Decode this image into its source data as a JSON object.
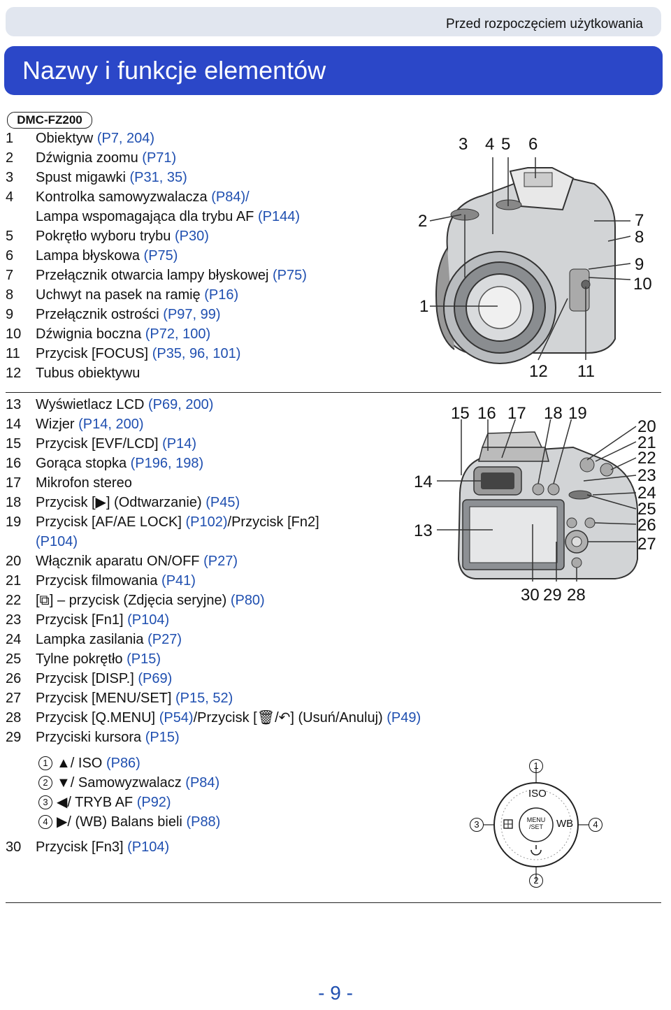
{
  "header": {
    "section_title": "Przed rozpoczęciem użytkowania",
    "page_title": "Nazwy i funkcje elementów",
    "model_badge": "DMC-FZ200"
  },
  "front_items": [
    {
      "num": "1",
      "text": "Obiektyw",
      "ref": "(P7, 204)"
    },
    {
      "num": "2",
      "text": "Dźwignia zoomu",
      "ref": "(P71)"
    },
    {
      "num": "3",
      "text": "Spust migawki",
      "ref": "(P31, 35)"
    },
    {
      "num": "4",
      "text": "Kontrolka samowyzwalacza",
      "ref": "(P84)/"
    },
    {
      "num": "",
      "text": "Lampa wspomagająca dla trybu AF",
      "ref": "(P144)"
    },
    {
      "num": "5",
      "text": "Pokrętło wyboru trybu",
      "ref": "(P30)"
    },
    {
      "num": "6",
      "text": "Lampa błyskowa",
      "ref": "(P75)"
    },
    {
      "num": "7",
      "text": "Przełącznik otwarcia lampy błyskowej",
      "ref": "(P75)"
    },
    {
      "num": "8",
      "text": "Uchwyt na pasek na ramię",
      "ref": "(P16)"
    },
    {
      "num": "9",
      "text": "Przełącznik ostrości",
      "ref": "(P97, 99)"
    },
    {
      "num": "10",
      "text": "Dźwignia boczna",
      "ref": "(P72, 100)"
    },
    {
      "num": "11",
      "text": "Przycisk [FOCUS]",
      "ref": "(P35, 96, 101)"
    },
    {
      "num": "12",
      "text": "Tubus obiektywu",
      "ref": ""
    }
  ],
  "back_items": [
    {
      "num": "13",
      "text": "Wyświetlacz LCD",
      "ref": "(P69, 200)"
    },
    {
      "num": "14",
      "text": "Wizjer",
      "ref": "(P14, 200)"
    },
    {
      "num": "15",
      "text": "Przycisk [EVF/LCD]",
      "ref": "(P14)"
    },
    {
      "num": "16",
      "text": "Gorąca stopka",
      "ref": "(P196, 198)"
    },
    {
      "num": "17",
      "text": "Mikrofon stereo",
      "ref": ""
    },
    {
      "num": "18",
      "text": "Przycisk [▶] (Odtwarzanie)",
      "ref": "(P45)"
    },
    {
      "num": "19",
      "text": "Przycisk [AF/AE LOCK]",
      "ref": "(P102)",
      "tail": "/Przycisk [Fn2]"
    },
    {
      "num": "",
      "text": "",
      "ref": "(P104)"
    },
    {
      "num": "20",
      "text": "Włącznik aparatu ON/OFF",
      "ref": "(P27)"
    },
    {
      "num": "21",
      "text": "Przycisk filmowania",
      "ref": "(P41)"
    },
    {
      "num": "22",
      "text": "[⧉] – przycisk (Zdjęcia seryjne)",
      "ref": "(P80)"
    },
    {
      "num": "23",
      "text": "Przycisk [Fn1]",
      "ref": "(P104)"
    },
    {
      "num": "24",
      "text": "Lampka zasilania",
      "ref": "(P27)"
    },
    {
      "num": "25",
      "text": "Tylne pokrętło",
      "ref": "(P15)"
    },
    {
      "num": "26",
      "text": "Przycisk [DISP.]",
      "ref": "(P69)"
    },
    {
      "num": "27",
      "text": "Przycisk [MENU/SET]",
      "ref": "(P15, 52)"
    },
    {
      "num": "28",
      "text": "Przycisk [Q.MENU]",
      "ref": "(P54)",
      "tail": "/Przycisk [🗑/↶] (Usuń/Anuluj)",
      "ref2": "(P49)"
    },
    {
      "num": "29",
      "text": "Przyciski kursora",
      "ref": "(P15)"
    }
  ],
  "cursor_items": [
    {
      "mark": "1",
      "text": "▲/ ISO",
      "ref": "(P86)"
    },
    {
      "mark": "2",
      "text": "▼/ Samowyzwalacz",
      "ref": "(P84)"
    },
    {
      "mark": "3",
      "text": "◀/ TRYB AF",
      "ref": "(P92)"
    },
    {
      "mark": "4",
      "text": "▶/ (WB) Balans bieli",
      "ref": "(P88)"
    }
  ],
  "last_item": {
    "num": "30",
    "text": "Przycisk [Fn3]",
    "ref": "(P104)"
  },
  "front_callouts": [
    "1",
    "2",
    "3",
    "4",
    "5",
    "6",
    "7",
    "8",
    "9",
    "10",
    "11",
    "12"
  ],
  "back_callouts": [
    "13",
    "14",
    "15",
    "16",
    "17",
    "18",
    "19",
    "20",
    "21",
    "22",
    "23",
    "24",
    "25",
    "26",
    "27",
    "28",
    "29",
    "30"
  ],
  "dial_labels": {
    "top": "ISO",
    "right": "WB",
    "center": "MENU /SET",
    "marks": [
      "1",
      "2",
      "3",
      "4"
    ]
  },
  "page_number": "- 9 -",
  "colors": {
    "title_bar": "#2b47c8",
    "header_bar": "#e1e6ef",
    "link": "#1f4fb0"
  }
}
